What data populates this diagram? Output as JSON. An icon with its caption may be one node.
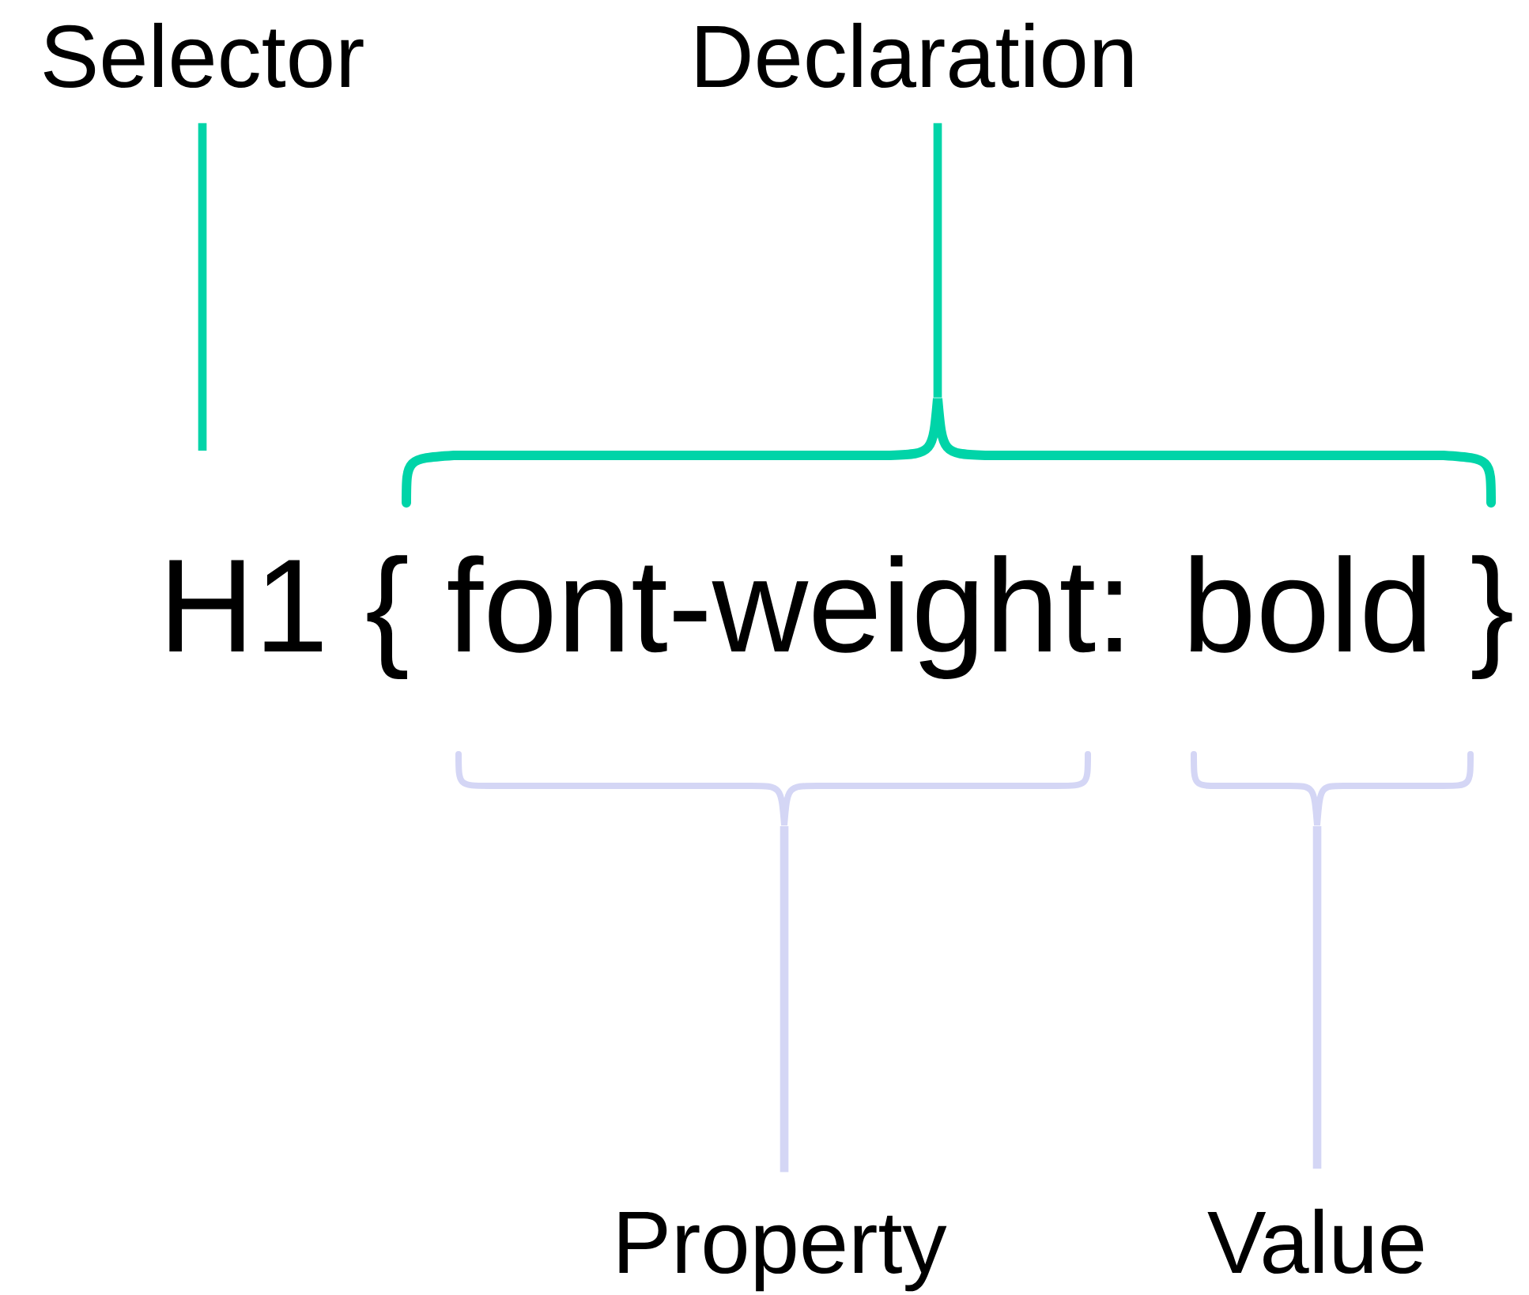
{
  "diagram": {
    "nodes": [
      {
        "text": [
          "Selector"
        ]
      },
      {
        "text": [
          "Declaration"
        ]
      },
      {
        "text": [
          "Property"
        ]
      },
      {
        "text": [
          "Value"
        ]
      },
      {
        "text": [],
        "shape": "brace"
      },
      {
        "text": [],
        "shape": "brace"
      },
      {
        "text": [],
        "shape": "brace"
      }
    ],
    "edges": [
      {
        "from": 0,
        "to": null,
        "arrow": "none",
        "color": "#00d4a8"
      },
      {
        "from": 1,
        "to": 4,
        "arrow": "none",
        "color": "#00d4a8"
      },
      {
        "from": 2,
        "to": 5,
        "arrow": "none",
        "color": "#d4d6f5"
      },
      {
        "from": 3,
        "to": 6,
        "arrow": "none",
        "color": "#d4d6f5"
      }
    ],
    "labels": [
      "H1 { font-weight: bold }"
    ]
  }
}
